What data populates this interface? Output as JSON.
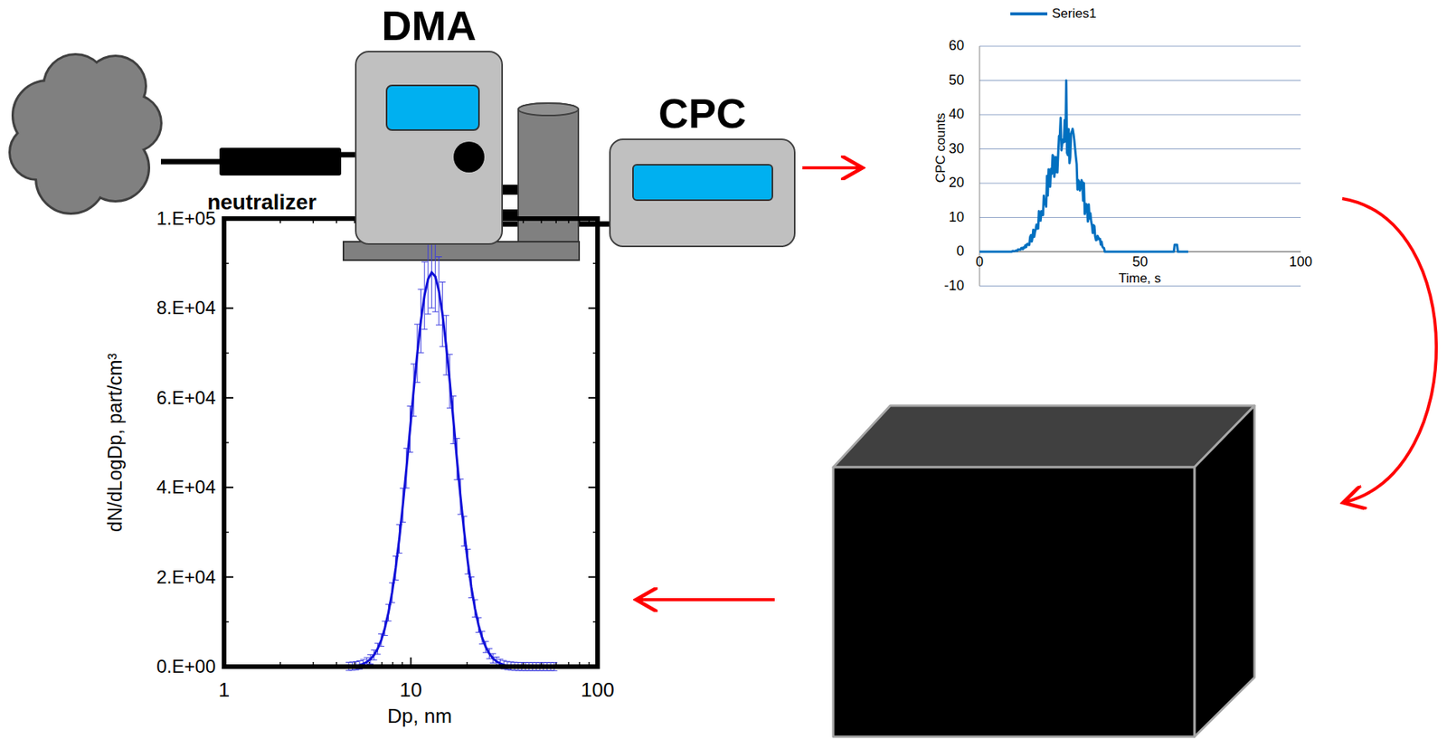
{
  "diagram": {
    "nodes": [
      {
        "text": [
          "neutralizer"
        ]
      },
      {
        "text": [
          "DMA"
        ]
      },
      {
        "text": [
          "CPC"
        ]
      }
    ],
    "edges": [
      {
        "from": 0,
        "to": 1,
        "arrow": "none"
      },
      {
        "from": 1,
        "to": 2,
        "arrow": "none"
      }
    ],
    "labels": [
      "60",
      "50",
      "40",
      "30",
      "20",
      "10",
      "0",
      "-10",
      "0",
      "50",
      "100",
      "CPC counts",
      "Time, s",
      "1.E+05",
      "8.E+04",
      "6.E+04",
      "4.E+04",
      "2.E+04",
      "0.E+00",
      "1",
      "10",
      "100",
      "dN/dLogDp, part/cm³",
      "Dp, nm"
    ],
    "legend": [
      {
        "text": "Series1"
      }
    ]
  }
}
